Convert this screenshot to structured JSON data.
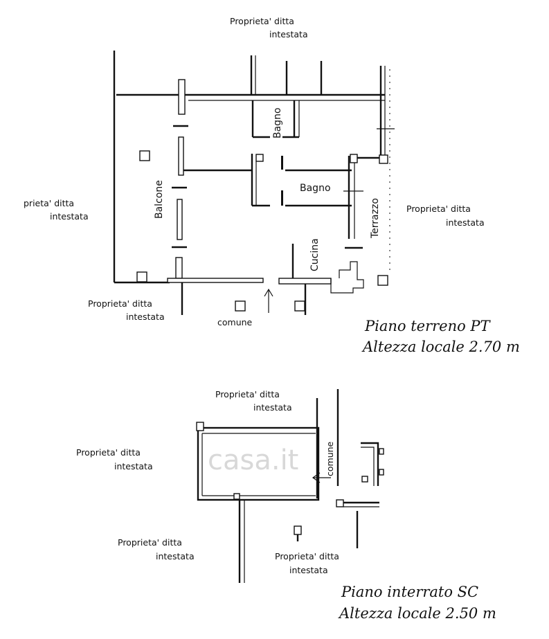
{
  "watermark": "casa.it",
  "ground_floor": {
    "labels": {
      "prop_top_1": "Proprieta' ditta",
      "prop_top_2": "intestata",
      "prop_left_1": "prieta' ditta",
      "prop_left_2": "intestata",
      "prop_right_1": "Proprieta' ditta",
      "prop_right_2": "intestata",
      "prop_bottom_1": "Proprieta' ditta",
      "prop_bottom_2": "intestata",
      "comune": "comune",
      "balcone": "Balcone",
      "bagno_1": "Bagno",
      "bagno_2": "Bagno",
      "terrazzo": "Terrazzo",
      "cucina": "Cucina"
    },
    "caption_title": "Piano terreno PT",
    "caption_height": "Altezza locale 2.70 m"
  },
  "basement": {
    "labels": {
      "prop_top_1": "Proprieta' ditta",
      "prop_top_2": "intestata",
      "prop_left_1": "Proprieta' ditta",
      "prop_left_2": "intestata",
      "prop_bottom_left_1": "Proprieta' ditta",
      "prop_bottom_left_2": "intestata",
      "prop_bottom_right_1": "Proprieta' ditta",
      "prop_bottom_right_2": "intestata",
      "comune": "comune"
    },
    "caption_title": "Piano interrato SC",
    "caption_height": "Altezza locale 2.50 m"
  }
}
